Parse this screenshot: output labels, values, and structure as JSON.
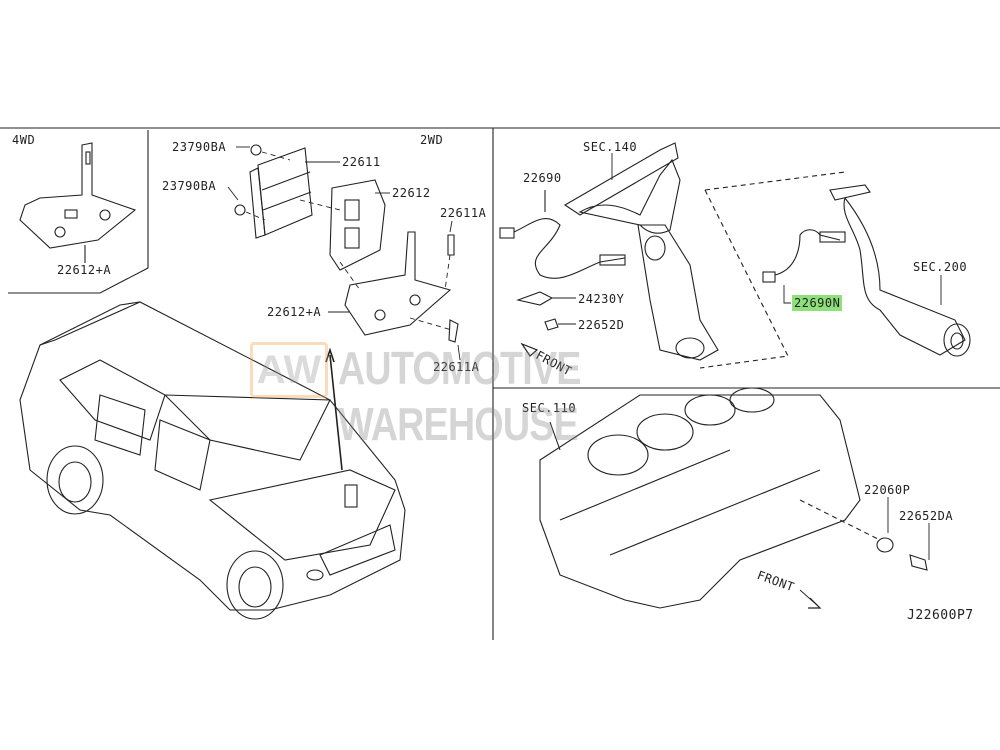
{
  "diagram": {
    "code": "J22600P7",
    "sections": {
      "four_wd": "4WD",
      "two_wd": "2WD"
    },
    "labels": {
      "bracket_4wd": "22612+A",
      "nut_top": "23790BA",
      "ecm": "22611",
      "nut_bottom": "23790BA",
      "ecm_bracket": "22612",
      "bolt_top": "22611A",
      "bracket_2wd": "22612+A",
      "bolt_bottom": "22611A",
      "sec140": "SEC.140",
      "sensor_front": "22690",
      "clip": "24230Y",
      "clip_bolt": "22652D",
      "front_arrow_1": "FRONT",
      "sensor_rear": "22690N",
      "sec200": "SEC.200",
      "sec110": "SEC.110",
      "knock_sensor": "22060P",
      "knock_bolt": "22652DA",
      "front_arrow_2": "FRONT"
    },
    "highlight_color": "#8ee07a"
  },
  "watermark": {
    "logo": "AW",
    "text": "AUTOMOTIVE WAREHOUSE"
  }
}
